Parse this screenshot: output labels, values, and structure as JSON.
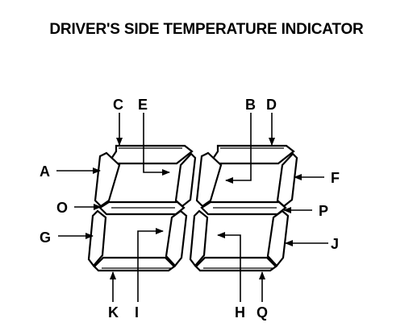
{
  "title": "DRIVER'S SIDE TEMPERATURE INDICATOR",
  "labels": {
    "A": "A",
    "B": "B",
    "C": "C",
    "D": "D",
    "E": "E",
    "F": "F",
    "G": "G",
    "H": "H",
    "I": "I",
    "J": "J",
    "K": "K",
    "O": "O",
    "P": "P",
    "Q": "Q"
  }
}
